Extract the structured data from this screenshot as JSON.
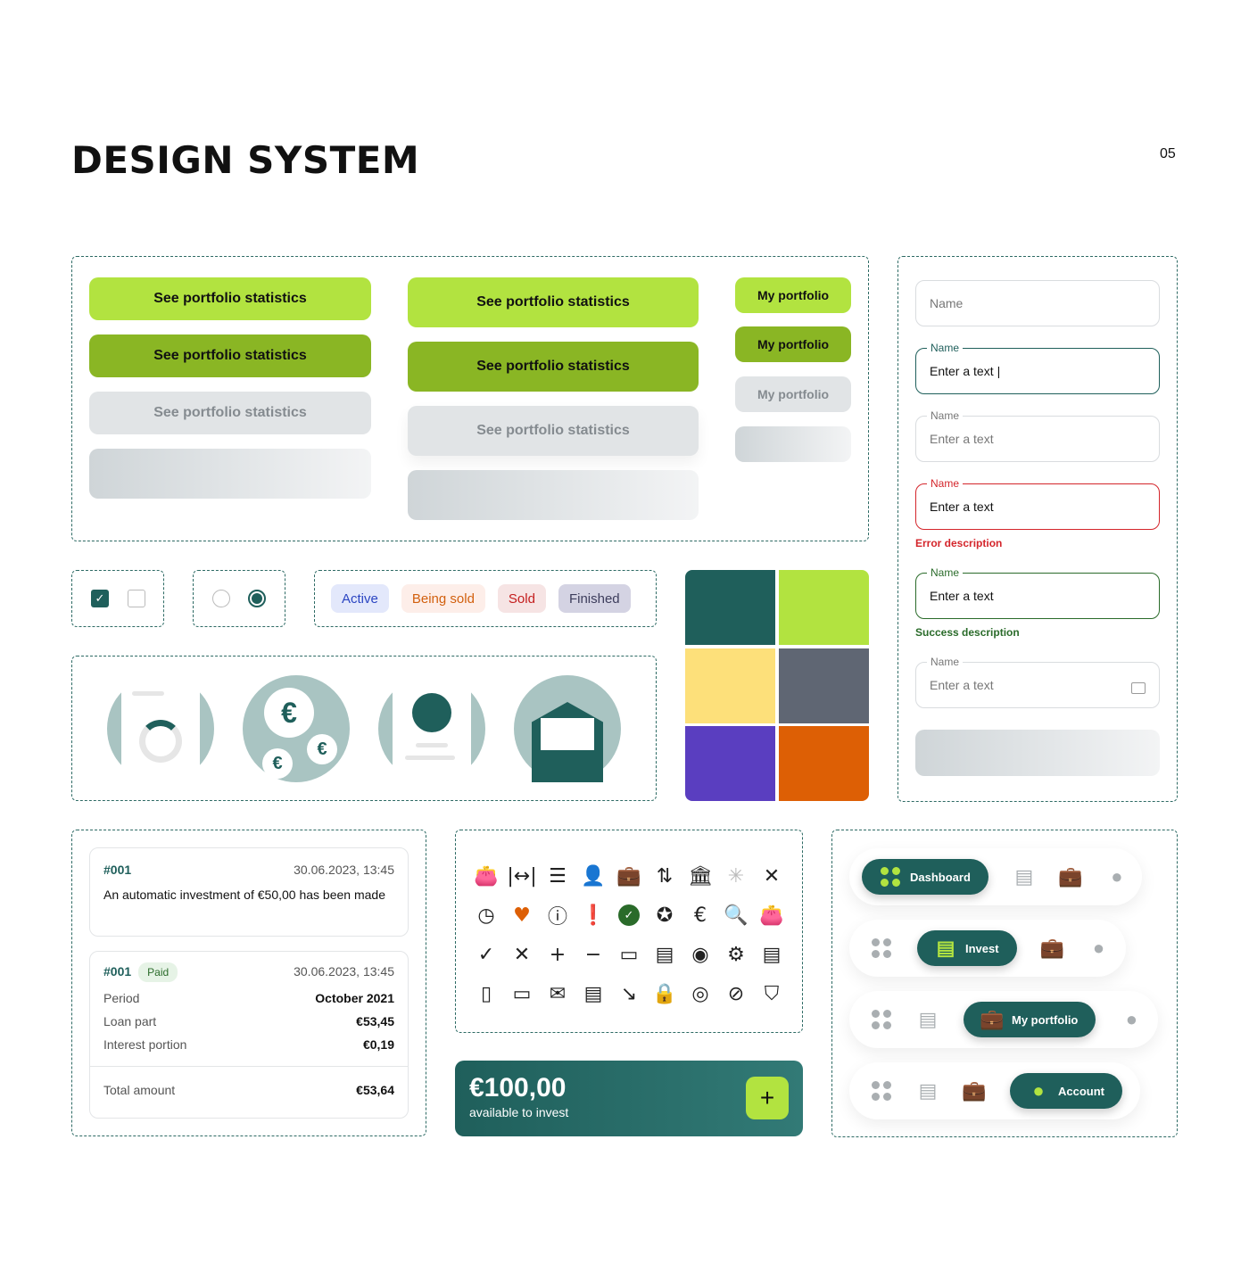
{
  "header": {
    "title": "DESIGN SYSTEM",
    "page": "05"
  },
  "buttons": {
    "large": "See portfolio statistics",
    "small": "My portfolio"
  },
  "inputs": {
    "label": "Name",
    "placeholder": "Enter a text",
    "value": "Enter a text",
    "error_description": "Error description",
    "success_description": "Success description"
  },
  "badges": [
    {
      "label": "Active"
    },
    {
      "label": "Being sold"
    },
    {
      "label": "Sold"
    },
    {
      "label": "Finished"
    }
  ],
  "colors": [
    "#1f5f5b",
    "#b2e340",
    "#fde07a",
    "#5f6673",
    "#5a3ec0",
    "#dd5f05"
  ],
  "notification": {
    "id": "#001",
    "date": "30.06.2023, 13:45",
    "text": "An automatic investment of €50,00 has been made"
  },
  "payment": {
    "id": "#001",
    "status": "Paid",
    "date": "30.06.2023, 13:45",
    "rows": [
      {
        "label": "Period",
        "value": "October 2021"
      },
      {
        "label": "Loan part",
        "value": "€53,45"
      },
      {
        "label": "Interest portion",
        "value": "€0,19"
      }
    ],
    "total_label": "Total amount",
    "total_value": "€53,64"
  },
  "balance": {
    "amount": "€100,00",
    "caption": "available to invest",
    "add": "+"
  },
  "icons": [
    {
      "name": "wallet-icon",
      "glyph": "👛"
    },
    {
      "name": "width-icon",
      "glyph": "|↔|"
    },
    {
      "name": "align-icon",
      "glyph": "☰"
    },
    {
      "name": "user-icon",
      "glyph": "👤"
    },
    {
      "name": "briefcase-icon",
      "glyph": "💼"
    },
    {
      "name": "sort-icon",
      "glyph": "⇅"
    },
    {
      "name": "bank-icon",
      "glyph": "🏛"
    },
    {
      "name": "loading-icon",
      "glyph": "✳"
    },
    {
      "name": "close-icon",
      "glyph": "✕"
    },
    {
      "name": "clock-icon",
      "glyph": "◷"
    },
    {
      "name": "heart-icon",
      "glyph": "♥"
    },
    {
      "name": "alert-circle-icon",
      "glyph": "ⓘ"
    },
    {
      "name": "alert-square-icon",
      "glyph": "❗"
    },
    {
      "name": "check-circle-icon",
      "glyph": "✓"
    },
    {
      "name": "badge-star-icon",
      "glyph": "✪"
    },
    {
      "name": "atm-euro-icon",
      "glyph": "€"
    },
    {
      "name": "search-check-icon",
      "glyph": "🔍"
    },
    {
      "name": "wallet-2-icon",
      "glyph": "👛"
    },
    {
      "name": "check-icon",
      "glyph": "✓"
    },
    {
      "name": "x-icon",
      "glyph": "✕"
    },
    {
      "name": "plus-icon",
      "glyph": "+"
    },
    {
      "name": "minus-icon",
      "glyph": "−"
    },
    {
      "name": "calendar-small-icon",
      "glyph": "▭"
    },
    {
      "name": "newspaper-icon",
      "glyph": "▤"
    },
    {
      "name": "eye-euro-icon",
      "glyph": "◉"
    },
    {
      "name": "gear-icon",
      "glyph": "⚙"
    },
    {
      "name": "comment-icon",
      "glyph": "▤"
    },
    {
      "name": "phone-icon",
      "glyph": "▯"
    },
    {
      "name": "calendar-icon",
      "glyph": "▭"
    },
    {
      "name": "mail-icon",
      "glyph": "✉"
    },
    {
      "name": "document-icon",
      "glyph": "▤"
    },
    {
      "name": "trend-down-icon",
      "glyph": "↘"
    },
    {
      "name": "lock-icon",
      "glyph": "🔒"
    },
    {
      "name": "eye-icon",
      "glyph": "◎"
    },
    {
      "name": "eye-off-icon",
      "glyph": "⊘"
    },
    {
      "name": "shield-check-icon",
      "glyph": "⛉"
    }
  ],
  "nav": {
    "items": [
      "Dashboard",
      "Invest",
      "My portfolio",
      "Account"
    ]
  }
}
